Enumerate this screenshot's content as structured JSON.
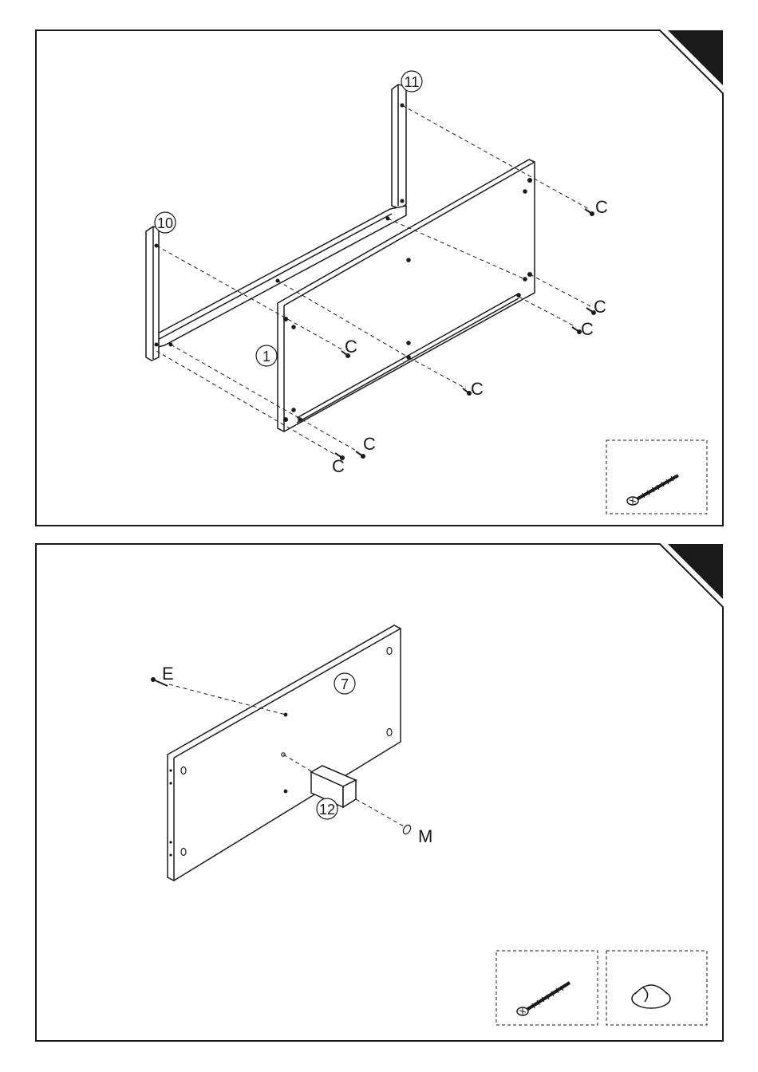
{
  "step1": {
    "part_numbers": {
      "legs_front": "10",
      "legs_back": "11",
      "panel": "1"
    },
    "screw_label": "C",
    "hardware_box": [
      {
        "icon": "screw-icon"
      }
    ]
  },
  "step2": {
    "part_numbers": {
      "panel": "7",
      "block": "12"
    },
    "screw_label": "E",
    "cap_label": "M",
    "hardware_box": [
      {
        "icon": "screw-icon"
      },
      {
        "icon": "cam-cap-icon"
      }
    ]
  },
  "colors": {
    "line": "#1a1a1a",
    "corner": "#1a1a1a",
    "background": "#ffffff"
  }
}
